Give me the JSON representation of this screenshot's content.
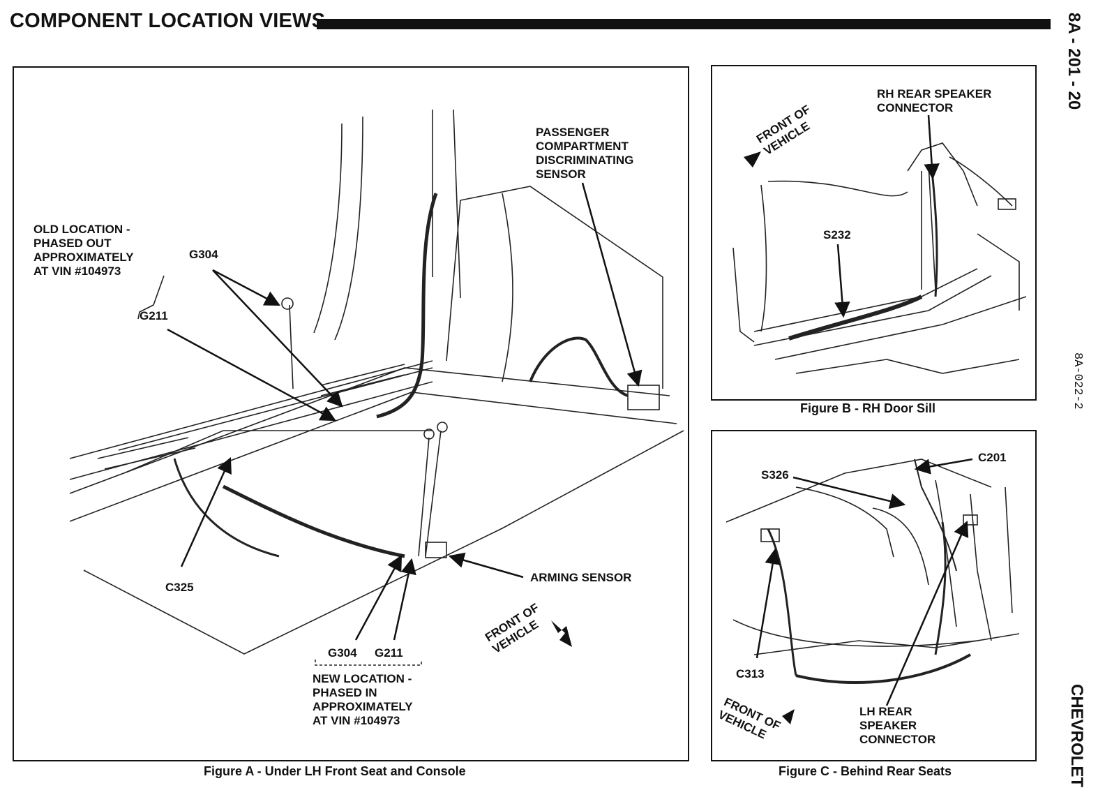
{
  "header": {
    "title": "COMPONENT LOCATION VIEWS"
  },
  "side": {
    "section_code": "8A - 201 - 20",
    "figure_code": "8A-022-2",
    "brand": "CHEVROLET"
  },
  "figure_a": {
    "caption": "Figure A - Under LH Front Seat and Console",
    "old_location": [
      "OLD LOCATION -",
      "PHASED OUT",
      "APPROXIMATELY",
      "AT VIN #104973"
    ],
    "g304_top": "G304",
    "g211_top": "G211",
    "c325": "C325",
    "sensor": [
      "PASSENGER",
      "COMPARTMENT",
      "DISCRIMINATING",
      "SENSOR"
    ],
    "arming_sensor": "ARMING SENSOR",
    "g304_bottom": "G304",
    "g211_bottom": "G211",
    "new_location": [
      "NEW LOCATION -",
      "PHASED IN",
      "APPROXIMATELY",
      "AT VIN #104973"
    ],
    "front": [
      "FRONT OF",
      "VEHICLE"
    ]
  },
  "figure_b": {
    "caption": "Figure B - RH Door Sill",
    "front": [
      "FRONT OF",
      "VEHICLE"
    ],
    "speaker": [
      "RH REAR SPEAKER",
      "CONNECTOR"
    ],
    "s232": "S232"
  },
  "figure_c": {
    "caption": "Figure C - Behind Rear Seats",
    "c201": "C201",
    "s326": "S326",
    "c313": "C313",
    "front": [
      "FRONT OF",
      "VEHICLE"
    ],
    "speaker": [
      "LH REAR",
      "SPEAKER",
      "CONNECTOR"
    ]
  }
}
